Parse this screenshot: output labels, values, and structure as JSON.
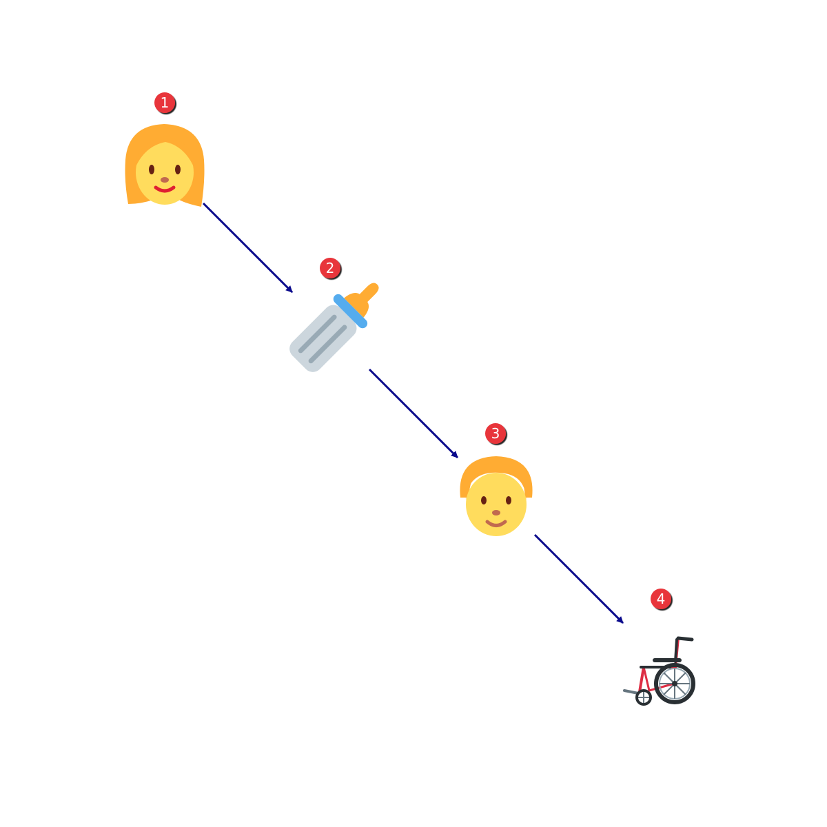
{
  "diagram": {
    "steps": [
      {
        "number": "1",
        "icon": "woman-icon"
      },
      {
        "number": "2",
        "icon": "baby-bottle-icon"
      },
      {
        "number": "3",
        "icon": "child-icon"
      },
      {
        "number": "4",
        "icon": "wheelchair-icon"
      }
    ],
    "colors": {
      "arrow": "#0a0a8c",
      "badge": "#e8363a",
      "badge_text": "#ffffff",
      "hair": "#ffac33",
      "skin": "#ffdc5d",
      "bottle_body": "#ccd6dd",
      "bottle_lines": "#99aab5",
      "bottle_cap": "#55acee",
      "wheel": "#66757f",
      "frame": "#dd2e44",
      "seat": "#292f33"
    }
  }
}
